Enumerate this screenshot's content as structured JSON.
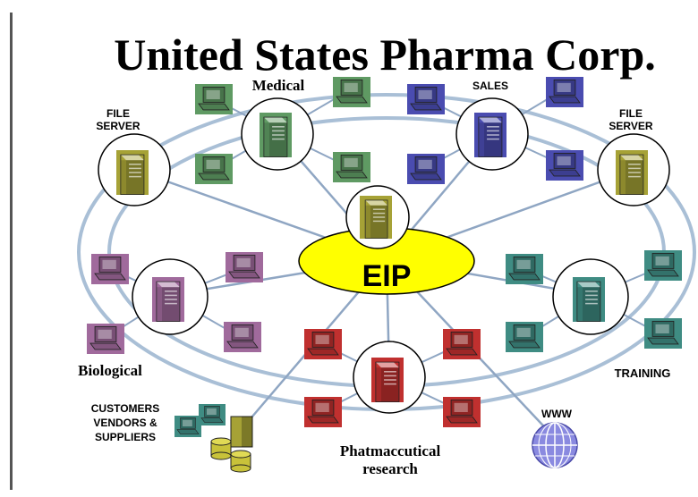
{
  "title": "United States Pharma Corp.",
  "hub": {
    "label": "EIP"
  },
  "labels": {
    "medical": "Medical",
    "sales": "SALES",
    "file_server_left_1": "FILE",
    "file_server_left_2": "SERVER",
    "file_server_right_1": "FILE",
    "file_server_right_2": "SERVER",
    "biological": "Biological",
    "training": "TRAINING",
    "customers_1": "CUSTOMERS",
    "customers_2": "VENDORS &",
    "customers_3": "SUPPLIERS",
    "pharma_1": "Phatmaccutical",
    "pharma_2": "research",
    "www": "WWW"
  },
  "colors": {
    "ring": "#a9bfd6",
    "link": "#8fa6c3",
    "eip_fill": "#ffff00",
    "medical": "#5f9a63",
    "sales": "#4a4cb0",
    "file_server": "#a6a236",
    "biological": "#a06a9c",
    "training": "#3f8c83",
    "pharma": "#c0302f",
    "globe": "#8a8ae0"
  },
  "icons": [
    "server-icon",
    "workstation-icon",
    "database-icon",
    "globe-icon"
  ]
}
